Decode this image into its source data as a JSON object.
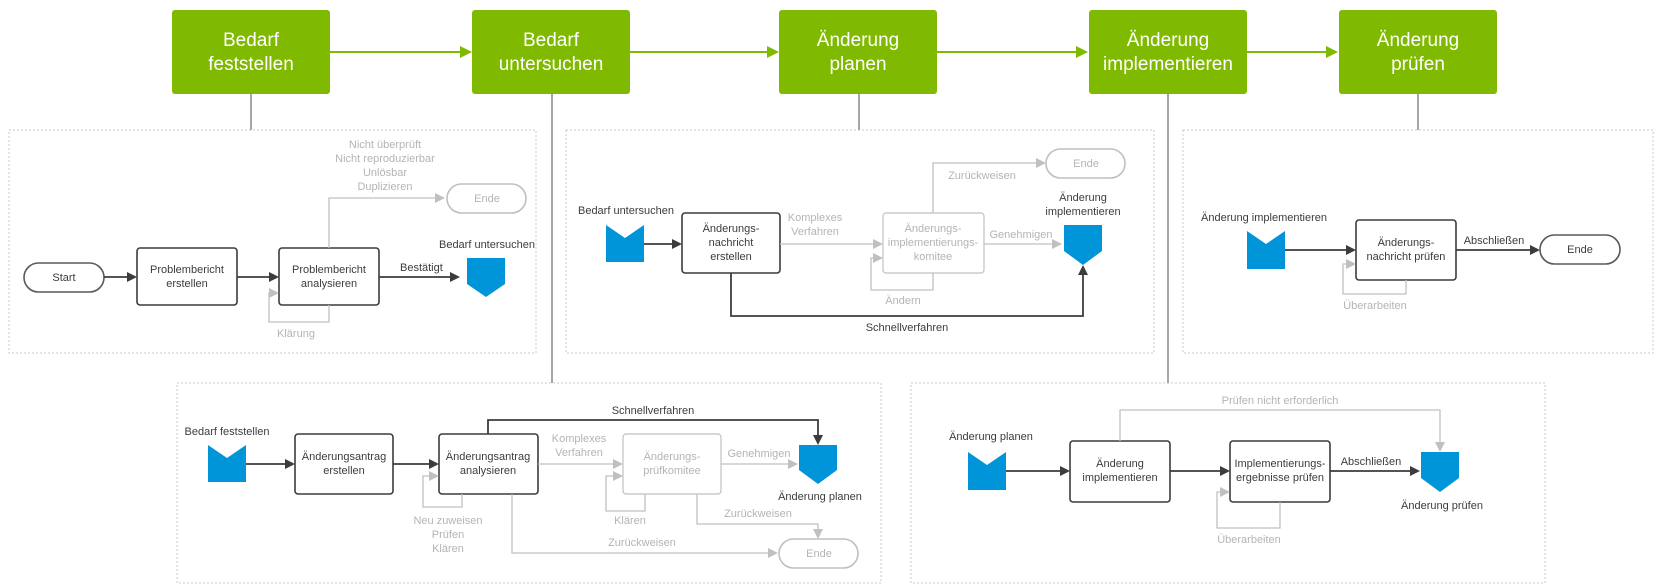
{
  "phases": [
    {
      "line1": "Bedarf",
      "line2": "feststellen"
    },
    {
      "line1": "Bedarf",
      "line2": "untersuchen"
    },
    {
      "line1": "Änderung",
      "line2": "planen"
    },
    {
      "line1": "Änderung",
      "line2": "implementieren"
    },
    {
      "line1": "Änderung",
      "line2": "prüfen"
    }
  ],
  "p1": {
    "start": "Start",
    "box1": [
      "Problembericht",
      "erstellen"
    ],
    "box2": [
      "Problembericht",
      "analysieren"
    ],
    "reject_lines": [
      "Nicht überprüft",
      "Nicht reproduzierbar",
      "Unlösbar",
      "Duplizieren"
    ],
    "end": "Ende",
    "confirmed": "Bestätigt",
    "next": "Bedarf untersuchen",
    "loop": "Klärung"
  },
  "p2": {
    "from": "Bedarf feststellen",
    "box1": [
      "Änderungsantrag",
      "erstellen"
    ],
    "box2": [
      "Änderungsantrag",
      "analysieren"
    ],
    "complex": [
      "Komplexes",
      "Verfahren"
    ],
    "box3": [
      "Änderungs-",
      "prüfkomitee"
    ],
    "approve": "Genehmigen",
    "to": "Änderung planen",
    "fast": "Schnellverfahren",
    "loop2": [
      "Neu zuweisen",
      "Prüfen",
      "Klären"
    ],
    "loop3": "Klären",
    "reject1": "Zurückweisen",
    "reject2": "Zurückweisen",
    "end": "Ende"
  },
  "p3": {
    "from": "Bedarf untersuchen",
    "box1": [
      "Änderungs-",
      "nachricht",
      "erstellen"
    ],
    "complex": [
      "Komplexes",
      "Verfahren"
    ],
    "box2": [
      "Änderungs-",
      "implementierungs-",
      "komitee"
    ],
    "approve": "Genehmigen",
    "reject": "Zurückweisen",
    "end": "Ende",
    "to": [
      "Änderung",
      "implementieren"
    ],
    "loop": "Ändern",
    "fast": "Schnellverfahren"
  },
  "p4": {
    "from": "Änderung planen",
    "box1": [
      "Änderung",
      "implementieren"
    ],
    "box2": [
      "Implementierungs-",
      "ergebnisse prüfen"
    ],
    "close": "Abschließen",
    "to": "Änderung prüfen",
    "skip": "Prüfen nicht erforderlich",
    "loop": "Überarbeiten"
  },
  "p5": {
    "from": "Änderung implementieren",
    "box1": [
      "Änderungs-",
      "nachricht prüfen"
    ],
    "close": "Abschließen",
    "end": "Ende",
    "loop": "Überarbeiten"
  },
  "colors": {
    "phase": "#7fba00",
    "reference": "#0095d9",
    "active": "#3c3c3c",
    "inactive": "#c0c0c0"
  }
}
